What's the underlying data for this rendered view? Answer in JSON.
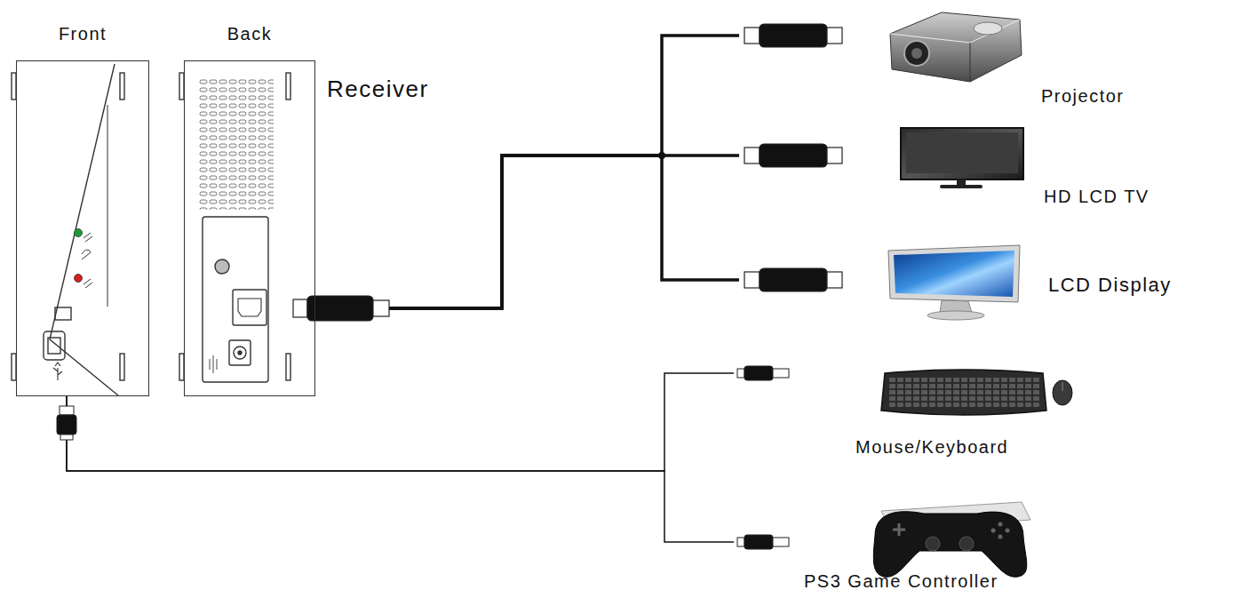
{
  "diagram": {
    "nodes": [
      {
        "text": [
          "Front"
        ]
      },
      {
        "text": [
          "Back"
        ]
      },
      {
        "text": [
          "Projector"
        ]
      },
      {
        "text": [
          "HD LCD TV"
        ]
      },
      {
        "text": [
          "LCD Display"
        ]
      },
      {
        "text": [
          "Mouse/Keyboard"
        ]
      },
      {
        "text": [
          "PS3 Game Controller"
        ]
      }
    ],
    "edges": [
      {
        "from": 1,
        "to": 2,
        "arrow": "none"
      },
      {
        "from": 1,
        "to": 3,
        "arrow": "none"
      },
      {
        "from": 1,
        "to": 4,
        "arrow": "none"
      },
      {
        "from": 0,
        "to": 5,
        "arrow": "none"
      },
      {
        "from": 0,
        "to": 6,
        "arrow": "none"
      }
    ],
    "labels": [
      "Receiver"
    ]
  }
}
